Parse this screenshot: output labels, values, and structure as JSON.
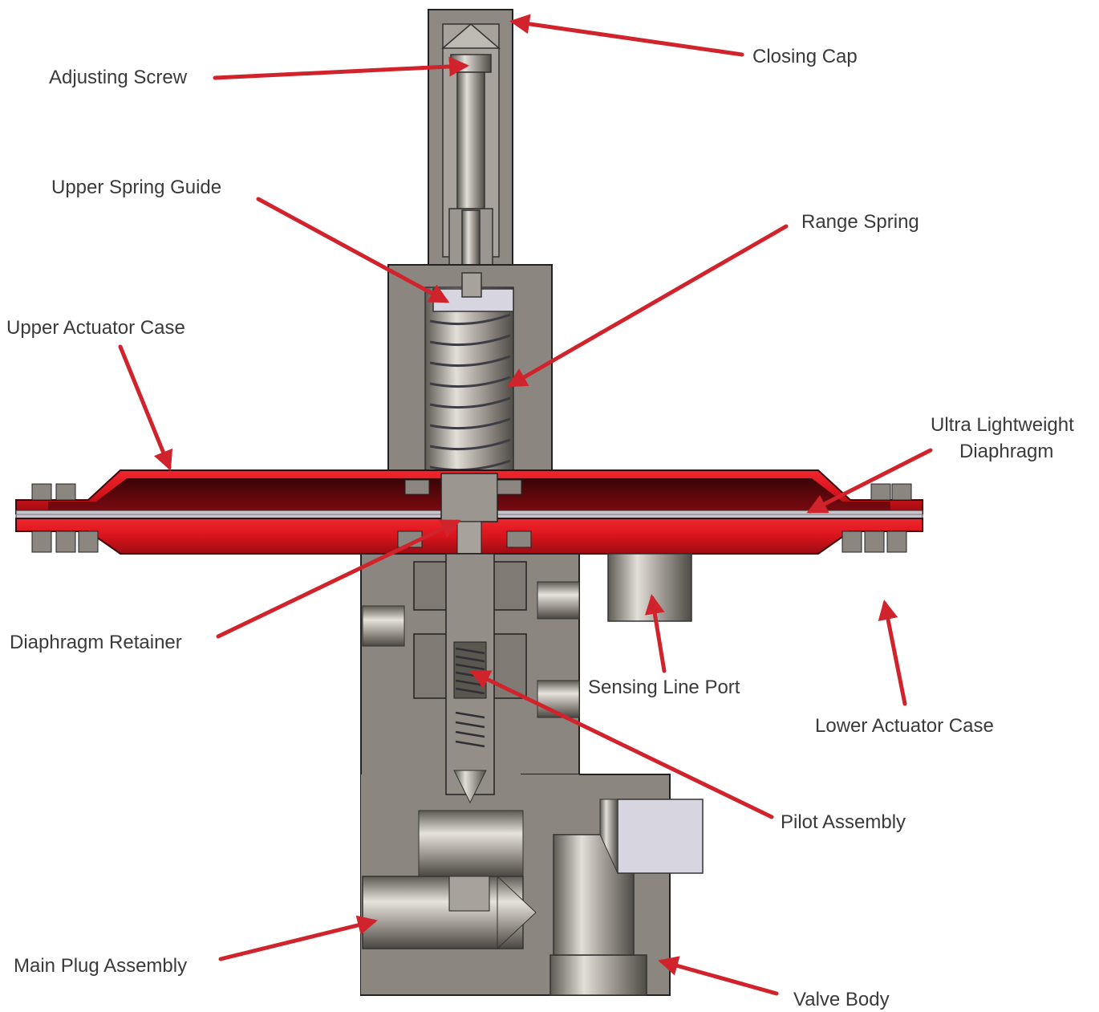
{
  "diagram": {
    "labels": {
      "closing_cap": "Closing Cap",
      "adjusting_screw": "Adjusting Screw",
      "upper_spring_guide": "Upper Spring Guide",
      "range_spring": "Range Spring",
      "upper_actuator_case": "Upper Actuator Case",
      "ultra_lightweight_diaphragm_line1": "Ultra Lightweight",
      "ultra_lightweight_diaphragm_line2": "Diaphragm",
      "diaphragm_retainer": "Diaphragm Retainer",
      "sensing_line_port": "Sensing Line Port",
      "lower_actuator_case": "Lower Actuator Case",
      "pilot_assembly": "Pilot Assembly",
      "main_plug_assembly": "Main Plug Assembly",
      "valve_body": "Valve Body"
    },
    "colors": {
      "arrow": "#d0232b",
      "case_red": "#d9141c",
      "steel": "#8b867f",
      "steel_dark": "#6f6a64",
      "label_text": "#3a3a3a"
    }
  }
}
